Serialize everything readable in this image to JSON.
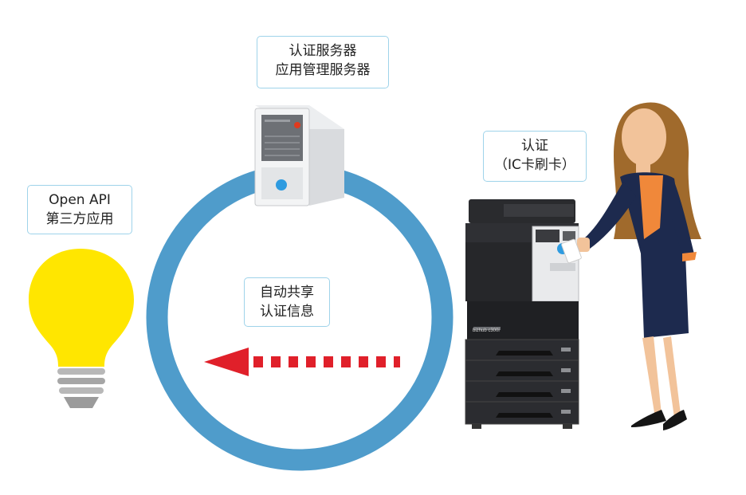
{
  "callouts": {
    "server": {
      "line1": "认证服务器",
      "line2": "应用管理服务器"
    },
    "auth": {
      "line1": "认证",
      "line2": "（IC卡刷卡）"
    },
    "openapi": {
      "line1": "Open API",
      "line2": "第三方应用"
    },
    "share": {
      "line1": "自动共享",
      "line2": "认证信息"
    }
  },
  "device": {
    "brand_text": "bizhub c300i"
  },
  "colors": {
    "ring": "#4f9ccb",
    "arrow": "#e0202a",
    "bulb": "#ffe600",
    "callout_border": "#9fd3ea",
    "suit": "#1d2a4e",
    "shirt": "#f0883a",
    "hair": "#a06a2c",
    "skin": "#f2c39a"
  },
  "icons": [
    "server-icon",
    "lightbulb-icon",
    "printer-icon",
    "woman-figure",
    "dashed-arrow-icon"
  ]
}
